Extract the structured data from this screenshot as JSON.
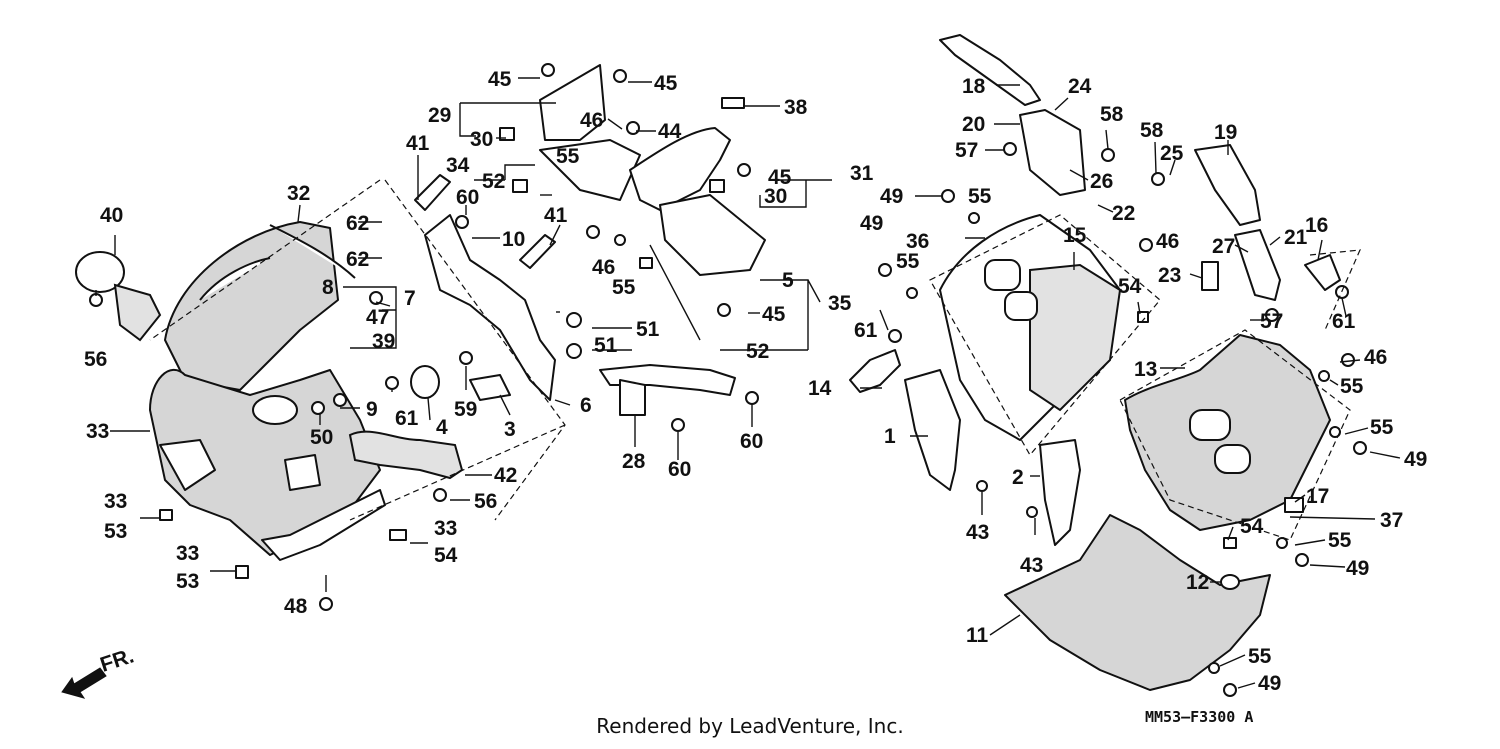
{
  "callouts": {
    "c45a": "45",
    "c45b": "45",
    "c45c": "45",
    "c45d": "45",
    "c38": "38",
    "c29": "29",
    "c30a": "30",
    "c30b": "30",
    "c46a": "46",
    "c46b": "46",
    "c46c": "46",
    "c46d": "46",
    "c44": "44",
    "c55a": "55",
    "c55b": "55",
    "c55c": "55",
    "c55d": "55",
    "c55e": "55",
    "c55f": "55",
    "c55g": "55",
    "c41a": "41",
    "c41b": "41",
    "c34": "34",
    "c52a": "52",
    "c52b": "52",
    "c31": "31",
    "c32": "32",
    "c40": "40",
    "c62a": "62",
    "c62b": "62",
    "c60a": "60",
    "c60b": "60",
    "c60c": "60",
    "c10": "10",
    "c8": "8",
    "c7": "7",
    "c47": "47",
    "c39": "39",
    "c56a": "56",
    "c56b": "56",
    "c5": "5",
    "c35": "35",
    "c51a": "51",
    "c51b": "51",
    "c33a": "33",
    "c33b": "33",
    "c33c": "33",
    "c33d": "33",
    "c61a": "61",
    "c61b": "61",
    "c61c": "61",
    "c59": "59",
    "c9": "9",
    "c50": "50",
    "c4": "4",
    "c3": "3",
    "c6": "6",
    "c28": "28",
    "c42": "42",
    "c53a": "53",
    "c53b": "53",
    "c54a": "54",
    "c54b": "54",
    "c54c": "54",
    "c48": "48",
    "c18": "18",
    "c24": "24",
    "c20": "20",
    "c58a": "58",
    "c58b": "58",
    "c19": "19",
    "c25": "25",
    "c57a": "57",
    "c57b": "57",
    "c26": "26",
    "c49a": "49",
    "c49b": "49",
    "c49c": "49",
    "c49d": "49",
    "c49e": "49",
    "c22": "22",
    "c36": "36",
    "c15": "15",
    "c27": "27",
    "c16": "16",
    "c23": "23",
    "c21": "21",
    "c14": "14",
    "c13": "13",
    "c1": "1",
    "c2": "2",
    "c43a": "43",
    "c43b": "43",
    "c17": "17",
    "c37": "37",
    "c12": "12",
    "c11": "11"
  },
  "direction_label": "FR.",
  "footer": {
    "credit": "Rendered by LeadVenture, Inc.",
    "code": "MM53–F3300 A"
  }
}
